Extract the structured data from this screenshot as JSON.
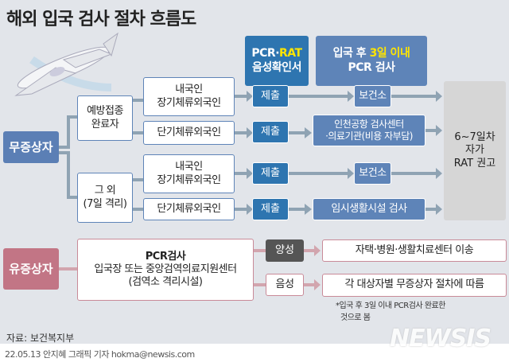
{
  "title": "해외 입국 검사 절차 흐름도",
  "callouts": {
    "pcr_rat_1": "PCR·",
    "pcr_rat_2": "RAT",
    "pcr_rat_3": "음성확인서",
    "within_1": "입국 후 ",
    "within_2": "3일 이내",
    "within_3": "PCR 검사"
  },
  "asymptomatic": {
    "label": "무증상자",
    "vaccinated": "예방접종 완료자",
    "other_1": "그 외",
    "other_2": "(7일 격리)",
    "rows": [
      {
        "group": "내국인",
        "group2": "장기체류외국인",
        "submit": "제출",
        "dest": "보건소"
      },
      {
        "group": "단기체류외국인",
        "submit": "제출",
        "dest_1": "인천공항 검사센터",
        "dest_2": "·의료기관(비용 자부담)"
      },
      {
        "group": "내국인",
        "group2": "장기체류외국인",
        "submit": "제출",
        "dest": "보건소"
      },
      {
        "group": "단기체류외국인",
        "submit": "제출",
        "dest": "임시생활시설 검사"
      }
    ],
    "result_1": "6~7일차",
    "result_2": "자가",
    "result_3": "RAT 권고"
  },
  "symptomatic": {
    "label": "유증상자",
    "test_title": "PCR검사",
    "test_line1": "입국장 또는 중앙검역의료지원센터",
    "test_line2": "(검역소 격리시설)",
    "positive": "양성",
    "positive_result": "자택·병원·생활치료센터 이송",
    "negative": "음성",
    "negative_result": "각 대상자별 무증상자 절차에 따름"
  },
  "note_1": "*입국 후 3일 이내 PCR검사 완료한",
  "note_2": "것으로 봄",
  "source": "자료: 보건복지부",
  "credit": "22.05.13 안지혜 그래픽 기자 hokma@newsis.com",
  "watermark": "NEWSIS",
  "colors": {
    "blue": "#2e75b0",
    "steel": "#5e84b8",
    "pink": "#c27585",
    "yellow": "#ffe500"
  }
}
